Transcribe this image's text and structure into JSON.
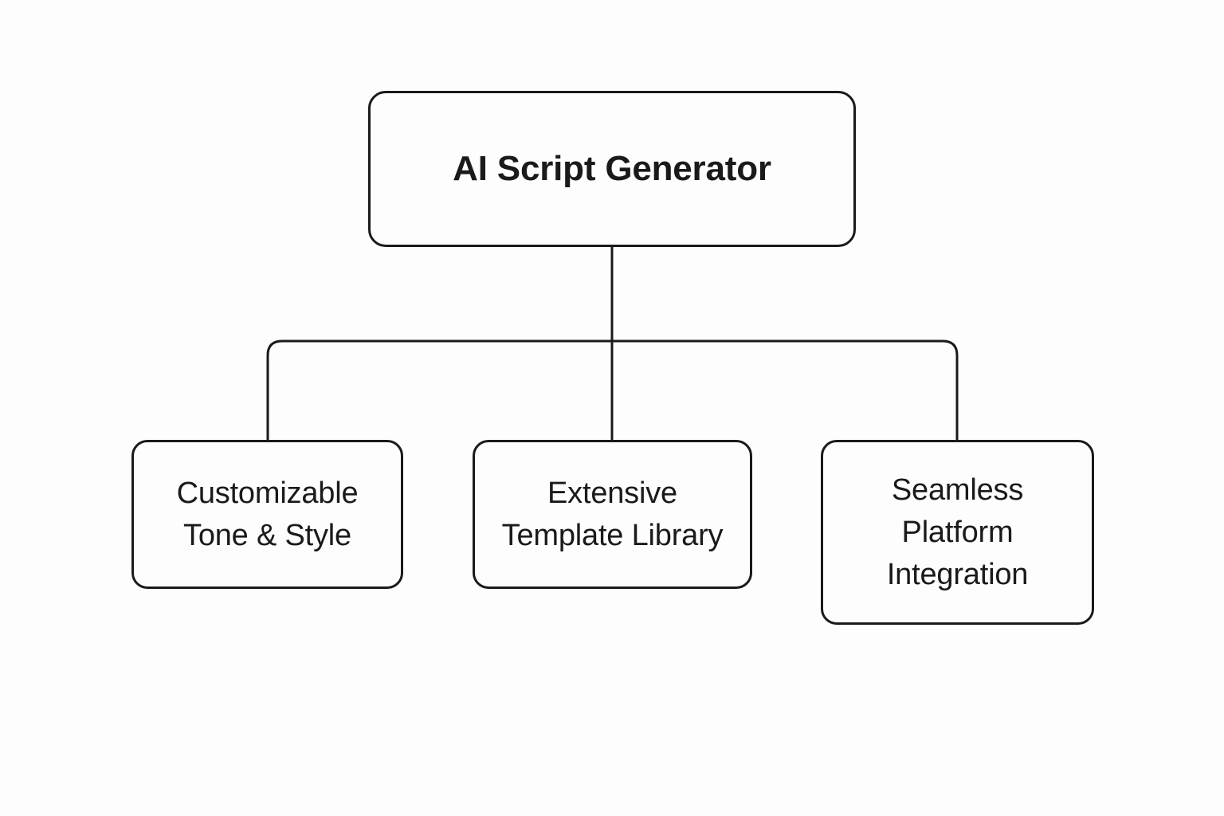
{
  "diagram": {
    "type": "tree-hierarchy",
    "background_color": "#fdfdfd",
    "line_color": "#1a1a1a",
    "text_color": "#1a1a1a",
    "root": {
      "label": "AI Script Generator"
    },
    "children": [
      {
        "label": "Customizable\nTone & Style"
      },
      {
        "label": "Extensive\nTemplate Library"
      },
      {
        "label": "Seamless\nPlatform\nIntegration"
      }
    ]
  }
}
